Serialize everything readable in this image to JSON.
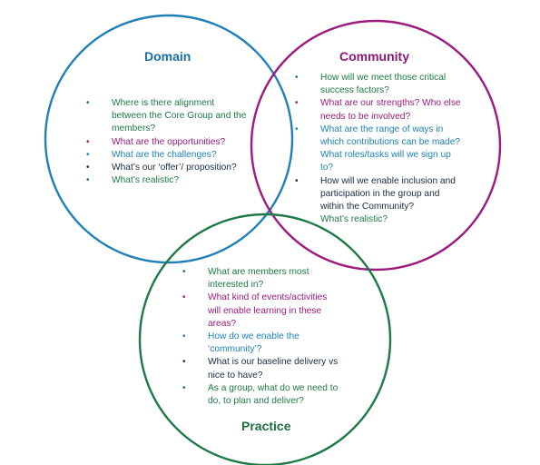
{
  "colors": {
    "blue": "#1f80b6",
    "purple": "#9b1b7e",
    "green": "#1d7a45",
    "teal": "#1f6f8b",
    "dark": "#1b2a44",
    "title_blue": "#1a6fa7",
    "title_purple": "#8a1a76",
    "title_green": "#1c6e3d"
  },
  "domain": {
    "title": "Domain",
    "items": [
      {
        "text": "Where is there alignment between the Core Group and the members?",
        "color": "#1d7a45"
      },
      {
        "text": "What are the opportunities?",
        "color": "#9b1b7e"
      },
      {
        "text": "What are the challenges?",
        "color": "#1f80b6"
      },
      {
        "text": "What’s our ‘offer’/ proposition?",
        "color": "#1b2a44"
      },
      {
        "text": "What’s realistic?",
        "color": "#1d7a45"
      }
    ]
  },
  "community": {
    "title": "Community",
    "items": [
      {
        "text": "How will we meet those critical success factors?",
        "color": "#1d7a45"
      },
      {
        "text": "What are our strengths? Who else needs to be involved?",
        "color": "#9b1b7e"
      },
      {
        "text": "What are the range of ways in which contributions can be made? What roles/tasks will we sign up to?",
        "color": "#1f80b6"
      },
      {
        "text": "How will we enable inclusion and participation in the group and within the Community?",
        "color": "#1b2a44"
      },
      {
        "text": "What’s realistic?",
        "color": "#1d7a45"
      }
    ]
  },
  "practice": {
    "title": "Practice",
    "items": [
      {
        "text": "What are members most interested in?",
        "color": "#1d7a45"
      },
      {
        "text": "What kind of events/activities will enable learning in these areas?",
        "color": "#9b1b7e"
      },
      {
        "text": "How do we enable the ‘community’?",
        "color": "#1f80b6"
      },
      {
        "text": "What is our baseline delivery vs nice to have?",
        "color": "#1b2a44"
      },
      {
        "text": "As a group, what do we need to do, to plan and deliver?",
        "color": "#1d7a45"
      }
    ]
  }
}
